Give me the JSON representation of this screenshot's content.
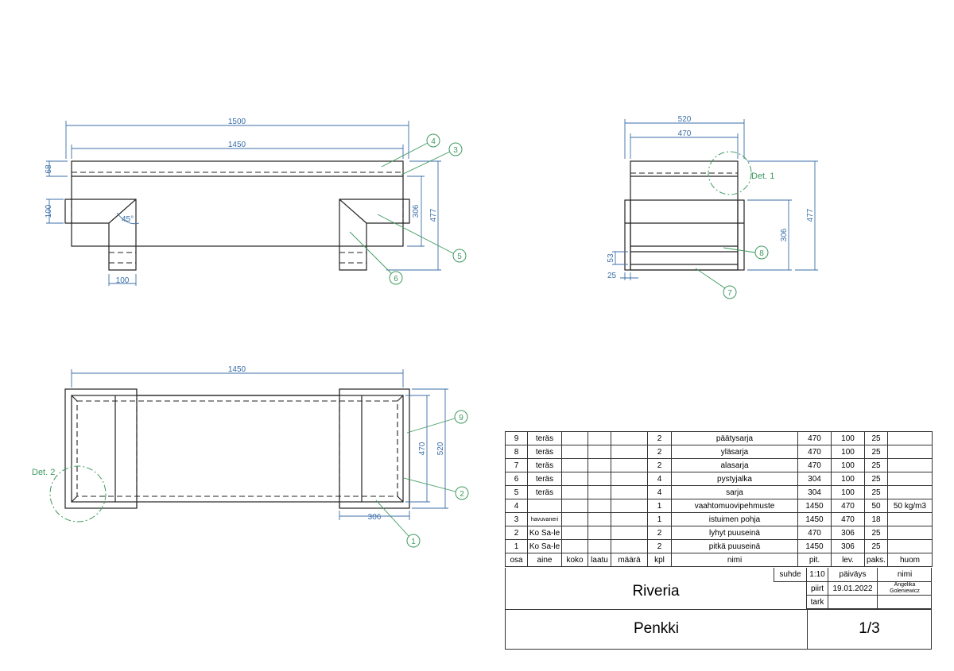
{
  "front_view": {
    "dims": {
      "overall_length": "1500",
      "length": "1450",
      "top_thickness": "68",
      "flange_height": "100",
      "leg_width": "100",
      "side_height": "306",
      "total_height": "477",
      "angle": "45°"
    },
    "callouts": [
      "4",
      "3",
      "5",
      "6"
    ]
  },
  "side_view": {
    "dims": {
      "overall_width": "520",
      "width": "470",
      "side_height": "306",
      "total_height": "477",
      "rail": "53",
      "offset": "25"
    },
    "callouts": [
      "8",
      "7"
    ],
    "detail": "Det. 1"
  },
  "top_view": {
    "dims": {
      "length": "1450",
      "inner_width": "470",
      "outer_width": "520",
      "end_length": "306"
    },
    "callouts": [
      "9",
      "2",
      "1"
    ],
    "detail": "Det. 2"
  },
  "parts_list": {
    "rows": [
      [
        "9",
        "teräs",
        "",
        "",
        "",
        "2",
        "päätysarja",
        "470",
        "100",
        "25",
        ""
      ],
      [
        "8",
        "teräs",
        "",
        "",
        "",
        "2",
        "yläsarja",
        "470",
        "100",
        "25",
        ""
      ],
      [
        "7",
        "teräs",
        "",
        "",
        "",
        "2",
        "alasarja",
        "470",
        "100",
        "25",
        ""
      ],
      [
        "6",
        "teräs",
        "",
        "",
        "",
        "4",
        "pystyjalka",
        "304",
        "100",
        "25",
        ""
      ],
      [
        "5",
        "teräs",
        "",
        "",
        "",
        "4",
        "sarja",
        "304",
        "100",
        "25",
        ""
      ],
      [
        "4",
        "",
        "",
        "",
        "",
        "1",
        "vaahtomuovipehmuste",
        "1450",
        "470",
        "50",
        "50 kg/m3"
      ],
      [
        "3",
        "havuvaneri",
        "",
        "",
        "",
        "1",
        "istuimen pohja",
        "1450",
        "470",
        "18",
        ""
      ],
      [
        "2",
        "Ko Sa-le",
        "",
        "",
        "",
        "2",
        "lyhyt puuseinä",
        "470",
        "306",
        "25",
        ""
      ],
      [
        "1",
        "Ko Sa-le",
        "",
        "",
        "",
        "2",
        "pitkä puuseinä",
        "1450",
        "306",
        "25",
        ""
      ]
    ],
    "headers": [
      "osa",
      "aine",
      "koko",
      "laatu",
      "määrä",
      "kpl",
      "nimi",
      "pit.",
      "lev.",
      "paks.",
      "huom"
    ]
  },
  "title_block": {
    "project": "Riveria",
    "drawing_title": "Penkki",
    "scale_label": "suhde",
    "scale": "1:10",
    "date_label": "päiväys",
    "name_label": "nimi",
    "drawn_label": "piirt",
    "date": "19.01.2022",
    "drawn_by": "Angelika Goleniewicz",
    "checked_label": "tark",
    "sheet": "1/3"
  }
}
